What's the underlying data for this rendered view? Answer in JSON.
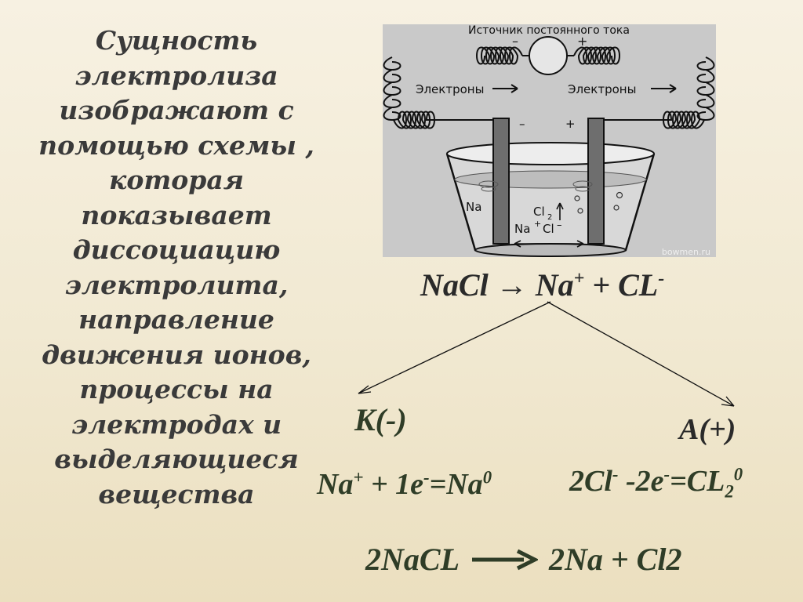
{
  "left_text": [
    "Сущность",
    "электролиза",
    "изображают  с",
    "помощью схемы ,",
    "которая",
    "показывает",
    "диссоциацию",
    "электролита,",
    "направление",
    "движения ионов,",
    "процессы на",
    "электродах и",
    "выделяющиеся",
    "вещества"
  ],
  "diagram": {
    "source_label": "Источник постоянного тока",
    "minus": "–",
    "plus": "+",
    "electrons_left": "Электроны",
    "electrons_right": "Электроны",
    "na_label": "Na",
    "cl2_label": "Cl",
    "cl2_sub": "2",
    "ion_na": "Na",
    "ion_cl": "Cl",
    "watermark": "bowmen.ru"
  },
  "equations": {
    "dissociation": {
      "lhs": "NaCl",
      "rhs_na": "Na",
      "rhs_na_sup": "+",
      "plus": "+",
      "rhs_cl": "CL",
      "rhs_cl_sup": "-"
    },
    "cathode_label": "K(-)",
    "anode_label": "A(+)",
    "cathode_eq": {
      "a": "Na",
      "a_sup": "+",
      "b": " + 1e",
      "b_sup": "-",
      "c": "=Na",
      "c_sup": "0"
    },
    "anode_eq": {
      "a": "2Cl",
      "a_sup": "-",
      "b": " -2e",
      "b_sup": "-",
      "c": "=CL",
      "c_sub": "2",
      "c_sup": "0"
    },
    "overall": {
      "lhs": "2NaCL",
      "rhs": "2Na + Cl2"
    }
  }
}
